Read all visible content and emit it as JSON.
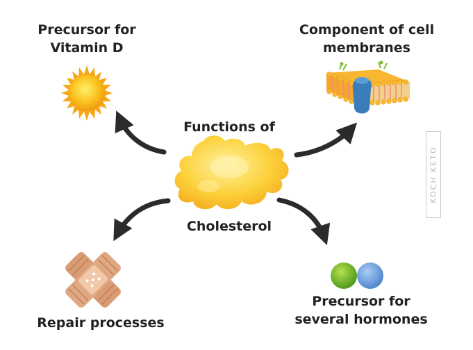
{
  "center": {
    "line1": "Functions of",
    "line2": "Cholesterol"
  },
  "functions": {
    "vitamin_d": {
      "line1": "Precursor for",
      "line2": "Vitamin D",
      "icon": "sun-icon"
    },
    "membranes": {
      "line1": "Component of cell",
      "line2": "membranes",
      "icon": "cell-membrane-icon"
    },
    "repair": {
      "line1": "Repair processes",
      "icon": "bandage-icon"
    },
    "hormones": {
      "line1": "Precursor for",
      "line2": "several hormones",
      "icon": "hormone-molecules-icon"
    }
  },
  "watermark": "KOCH KETO",
  "colors": {
    "cholesterol": "#f9c42b",
    "sun": "#fbbd1e",
    "arrow": "#2b2b2b",
    "bandage": "#d9a07a",
    "hormone_green": "#7cba2f",
    "hormone_blue": "#6ea4e0",
    "membrane_head": "#f7b733",
    "membrane_tail": "#f08a7a",
    "protein": "#3b7db8"
  }
}
